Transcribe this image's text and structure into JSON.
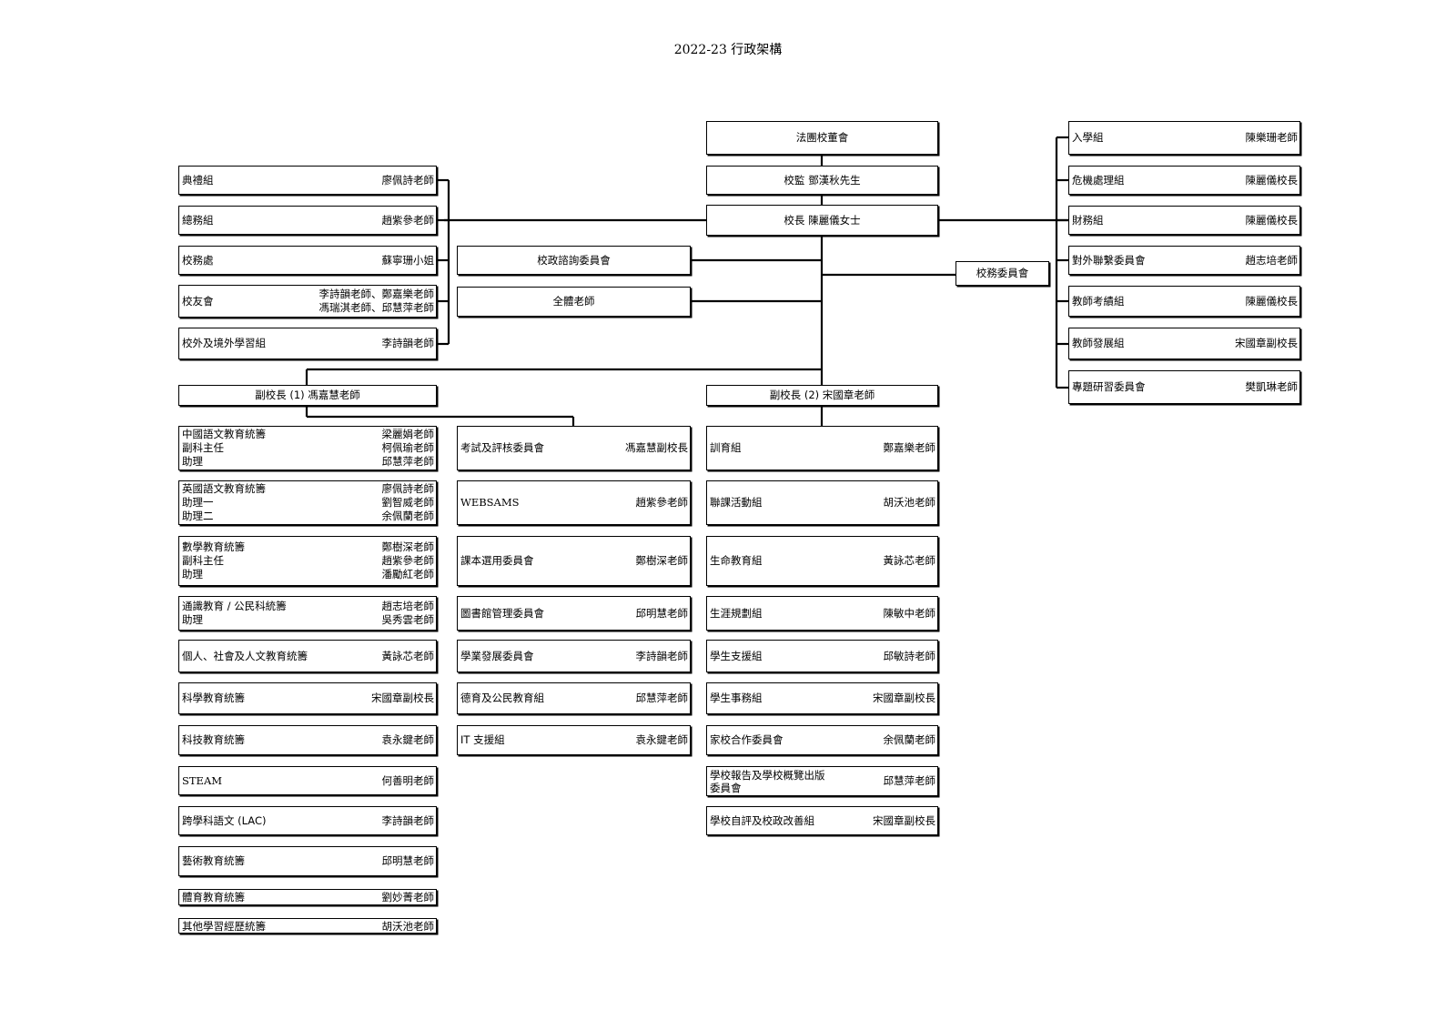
{
  "title": "2022-23 行政架構",
  "top": {
    "board": "法團校董會",
    "supervisor": "校監 鄧漢秋先生",
    "principal": "校長 陳麗儀女士",
    "advisory": "校政諮詢委員會",
    "all_teachers": "全體老師",
    "school_affairs_committee": "校務委員會"
  },
  "left_admin": [
    {
      "name": "典禮組",
      "person": "廖佩詩老師"
    },
    {
      "name": "總務組",
      "person": "趙紫參老師"
    },
    {
      "name": "校務處",
      "person": "蘇寧珊小姐"
    },
    {
      "name": "校友會",
      "persons": [
        "李詩韻老師、鄭嘉樂老師",
        "馮瑞淇老師、邱慧萍老師"
      ]
    },
    {
      "name": "校外及境外學習組",
      "person": "李詩韻老師"
    }
  ],
  "right_admin": [
    {
      "name": "入學組",
      "person": "陳樂珊老師"
    },
    {
      "name": "危機處理組",
      "person": "陳麗儀校長"
    },
    {
      "name": "財務組",
      "person": "陳麗儀校長"
    },
    {
      "name": "對外聯繫委員會",
      "person": "趙志培老師"
    },
    {
      "name": "教師考績組",
      "person": "陳麗儀校長"
    },
    {
      "name": "教師發展組",
      "person": "宋國章副校長"
    },
    {
      "name": "專題研習委員會",
      "person": "樊凱琳老師"
    }
  ],
  "vp1": "副校長 (1) 馮嘉慧老師",
  "vp2": "副校長 (2) 宋國章老師",
  "subjects": [
    {
      "rows": [
        [
          "中國語文教育統籌",
          "梁麗娟老師"
        ],
        [
          "副科主任",
          "柯佩瑜老師"
        ],
        [
          "助理",
          "邱慧萍老師"
        ]
      ]
    },
    {
      "rows": [
        [
          "英國語文教育統籌",
          "廖佩詩老師"
        ],
        [
          "助理一",
          "劉智威老師"
        ],
        [
          "助理二",
          "余佩蘭老師"
        ]
      ]
    },
    {
      "rows": [
        [
          "數學教育統籌",
          "鄭樹深老師"
        ],
        [
          "副科主任",
          "趙紫參老師"
        ],
        [
          "助理",
          "潘勵紅老師"
        ]
      ]
    },
    {
      "rows": [
        [
          "通識教育 / 公民科統籌",
          "趙志培老師"
        ],
        [
          "助理",
          "吳秀雲老師"
        ]
      ]
    },
    {
      "name": "個人、社會及人文教育統籌",
      "person": "黃詠芯老師"
    },
    {
      "name": "科學教育統籌",
      "person": "宋國章副校長"
    },
    {
      "name": "科技教育統籌",
      "person": "袁永鍵老師"
    },
    {
      "name": "STEAM",
      "person": "何善明老師"
    },
    {
      "name": "跨學科語文 (LAC)",
      "person": "李詩韻老師"
    },
    {
      "name": "藝術教育統籌",
      "person": "邱明慧老師"
    },
    {
      "name": "體育教育統籌",
      "person": "劉妙菁老師"
    },
    {
      "name": "其他學習經歷統籌",
      "person": "胡沃池老師"
    }
  ],
  "committees": [
    {
      "name": "考試及評核委員會",
      "person": "馮嘉慧副校長"
    },
    {
      "name": "WEBSAMS",
      "person": "趙紫參老師"
    },
    {
      "name": "課本選用委員會",
      "person": "鄭樹深老師"
    },
    {
      "name": "圖書館管理委員會",
      "person": "邱明慧老師"
    },
    {
      "name": "學業發展委員會",
      "person": "李詩韻老師"
    },
    {
      "name": "德育及公民教育組",
      "person": "邱慧萍老師"
    },
    {
      "name": "IT 支援組",
      "person": "袁永鍵老師"
    }
  ],
  "student_affairs": [
    {
      "name": "訓育組",
      "person": "鄭嘉樂老師"
    },
    {
      "name": "聯課活動組",
      "person": "胡沃池老師"
    },
    {
      "name": "生命教育組",
      "person": "黃詠芯老師"
    },
    {
      "name": "生涯規劃組",
      "person": "陳敏中老師"
    },
    {
      "name": "學生支援組",
      "person": "邱敏詩老師"
    },
    {
      "name": "學生事務組",
      "person": "宋國章副校長"
    },
    {
      "name": "家校合作委員會",
      "person": "余佩蘭老師"
    },
    {
      "name": "學校報告及學校概覽出版委員會",
      "person": "邱慧萍老師"
    },
    {
      "name": "學校自評及校政改善組",
      "person": "宋國章副校長"
    }
  ]
}
